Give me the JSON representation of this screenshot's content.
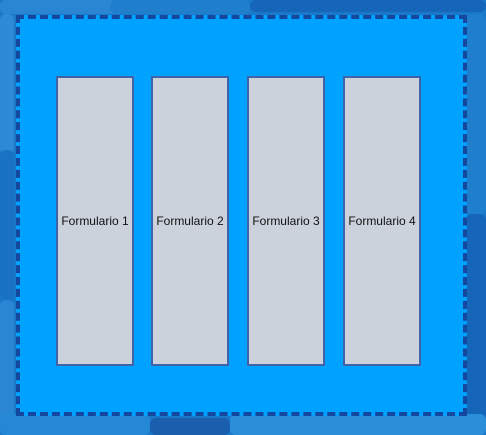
{
  "forms": [
    {
      "label": "Formulario 1"
    },
    {
      "label": "Formulario 2"
    },
    {
      "label": "Formulario 3"
    },
    {
      "label": "Formulario 4"
    }
  ],
  "colors": {
    "zone_background": "#00a2ff",
    "zone_border": "#14489e",
    "card_background": "#cbd2db",
    "card_border": "#3f63a8"
  }
}
